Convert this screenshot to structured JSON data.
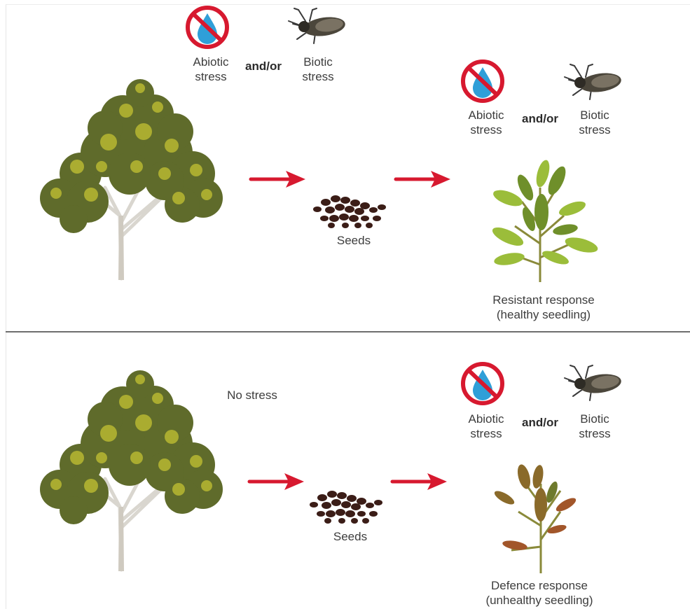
{
  "top_panel": {
    "stress_group_1": {
      "abiotic": [
        "Abiotic",
        "stress"
      ],
      "connector": "and/or",
      "biotic": [
        "Biotic",
        "stress"
      ]
    },
    "seeds_label": "Seeds",
    "stress_group_2": {
      "abiotic": [
        "Abiotic",
        "stress"
      ],
      "connector": "and/or",
      "biotic": [
        "Biotic",
        "stress"
      ]
    },
    "outcome": [
      "Resistant response",
      "(healthy seedling)"
    ]
  },
  "bottom_panel": {
    "condition": "No stress",
    "seeds_label": "Seeds",
    "stress_group": {
      "abiotic": [
        "Abiotic",
        "stress"
      ],
      "connector": "and/or",
      "biotic": [
        "Biotic",
        "stress"
      ]
    },
    "outcome": [
      "Defence response",
      "(unhealthy seedling)"
    ]
  },
  "colors": {
    "arrow": "#d7192f",
    "no_water_ring": "#d7192f",
    "water_drop": "#2f9fd8",
    "foliage_dark": "#5f6b2b",
    "foliage_light": "#b8b832",
    "seed": "#3b1d17",
    "healthy_leaf": "#9bbd3a",
    "unhealthy_leaf": "#8a6a2a",
    "divider": "#6d6d6d"
  },
  "icons": [
    "no-water-icon",
    "insect-icon",
    "tree-icon",
    "seeds-icon",
    "seedling-icon",
    "arrow-right-icon"
  ]
}
